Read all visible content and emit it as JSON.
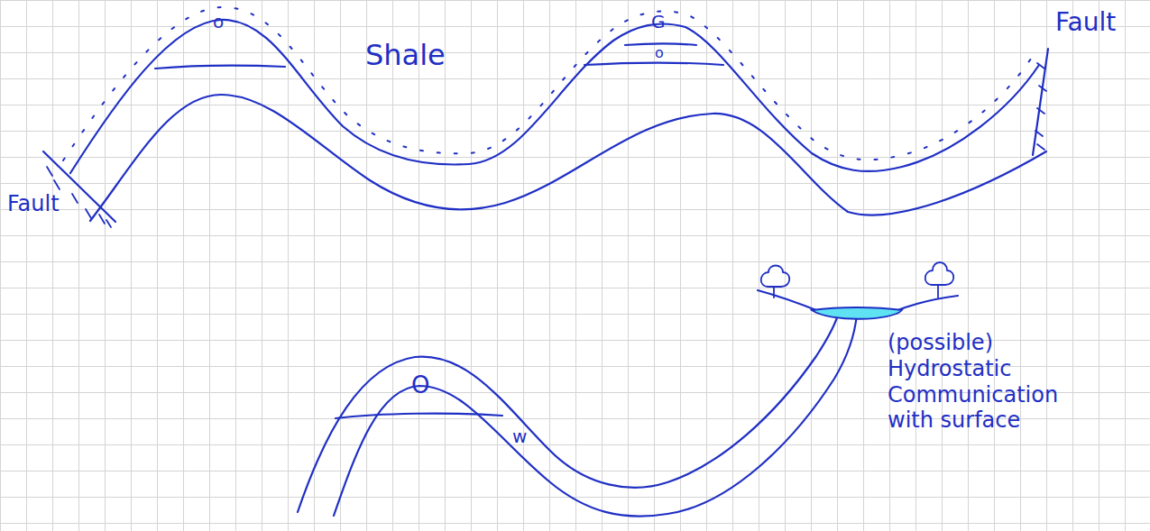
{
  "diagram": {
    "labels": [
      "o",
      "G",
      "o",
      "Shale",
      "Fault",
      "Fault",
      "O",
      "w",
      "(possible) Hydrostatic Communication with surface"
    ]
  }
}
